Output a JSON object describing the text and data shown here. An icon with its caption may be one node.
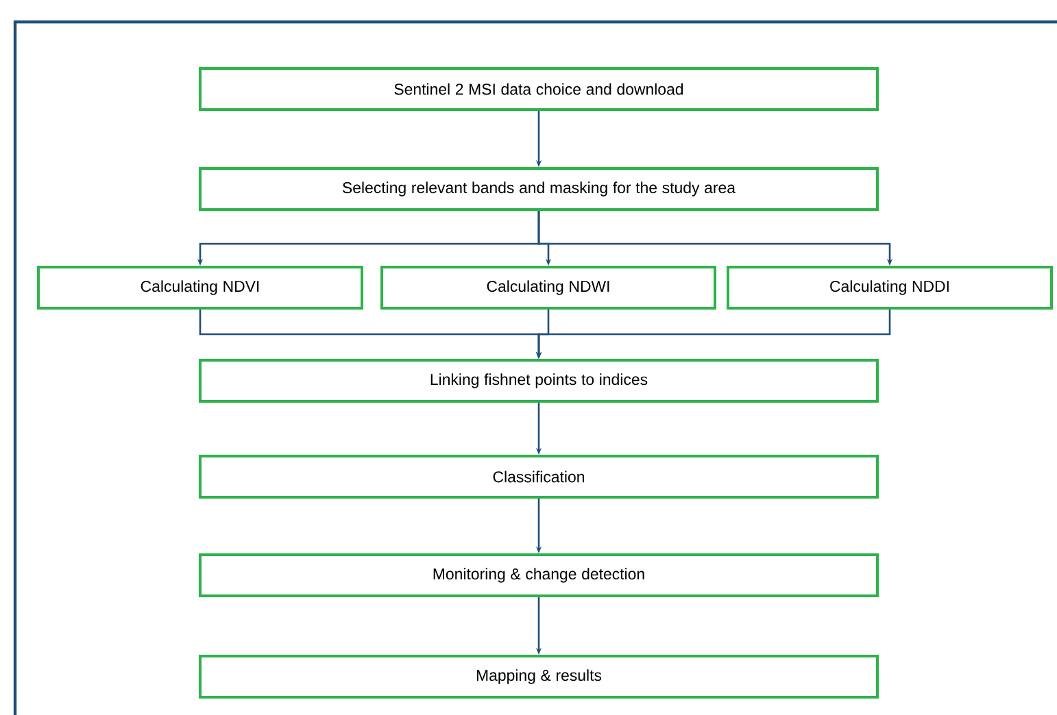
{
  "diagram": {
    "nodes": [
      {
        "text": [
          "Sentinel 2 MSI data choice and download"
        ]
      },
      {
        "text": [
          "Selecting relevant bands and masking for the study area"
        ]
      },
      {
        "text": [
          "Calculating NDVI"
        ]
      },
      {
        "text": [
          "Calculating NDWI"
        ]
      },
      {
        "text": [
          "Calculating NDDI"
        ]
      },
      {
        "text": [
          "Linking fishnet points to indices"
        ]
      },
      {
        "text": [
          "Classification"
        ]
      },
      {
        "text": [
          "Monitoring & change detection"
        ]
      },
      {
        "text": [
          "Mapping & results"
        ]
      }
    ],
    "edges": [
      {
        "from": 0,
        "to": 1,
        "arrow": "to"
      },
      {
        "from": 1,
        "to": 2,
        "arrow": "to"
      },
      {
        "from": 1,
        "to": 3,
        "arrow": "to"
      },
      {
        "from": 1,
        "to": 4,
        "arrow": "to"
      },
      {
        "from": 2,
        "to": 5,
        "arrow": "to"
      },
      {
        "from": 3,
        "to": 5,
        "arrow": "to"
      },
      {
        "from": 4,
        "to": 5,
        "arrow": "to"
      },
      {
        "from": 5,
        "to": 6,
        "arrow": "to"
      },
      {
        "from": 6,
        "to": 7,
        "arrow": "to"
      },
      {
        "from": 7,
        "to": 8,
        "arrow": "to"
      }
    ]
  }
}
